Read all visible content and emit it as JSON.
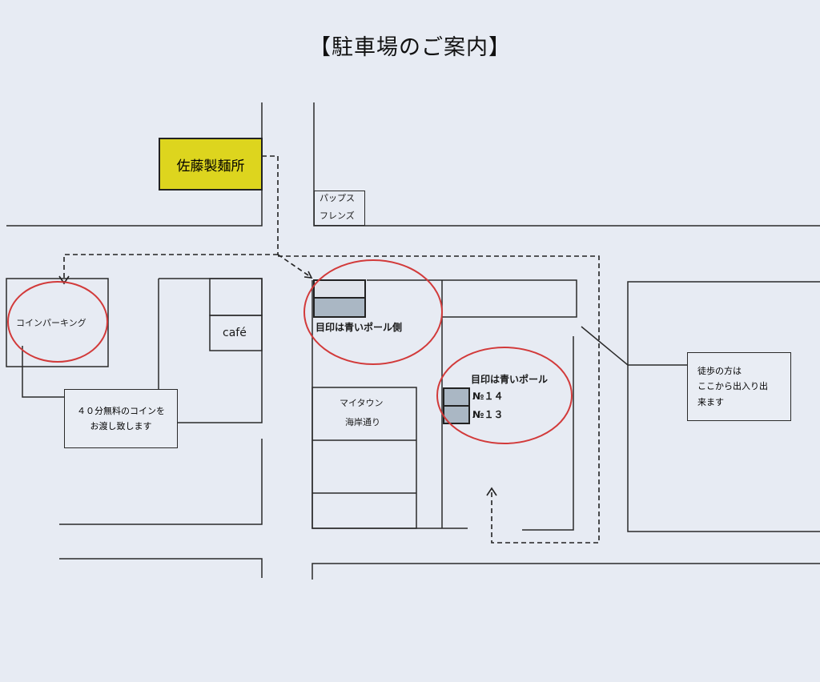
{
  "title": "【駐車場のご案内】",
  "labels": {
    "shop": "佐藤製麺所",
    "pups_line1": "パップス",
    "pups_line2": "フレンズ",
    "coin_parking": "コインパーキング",
    "cafe": "café",
    "coin_note_line1": "４０分無料のコインを",
    "coin_note_line2": "お渡し致します",
    "mytown_line1": "マイタウン",
    "mytown_line2": "海岸通り",
    "mark_blue_pole_side": "目印は青いポール側",
    "mark_blue_pole": "目印は青いポール",
    "no14": "№１４",
    "no13": "№１３",
    "walk_note_line1": "徒歩の方は",
    "walk_note_line2": "ここから出入り出",
    "walk_note_line3": "来ます"
  },
  "colors": {
    "line": "#2a2a2a",
    "dashed_route": "#222222",
    "circle": "#d23a3a",
    "shop_fill": "#ddd51e",
    "parking_slot_fill": "#aab7c4"
  }
}
